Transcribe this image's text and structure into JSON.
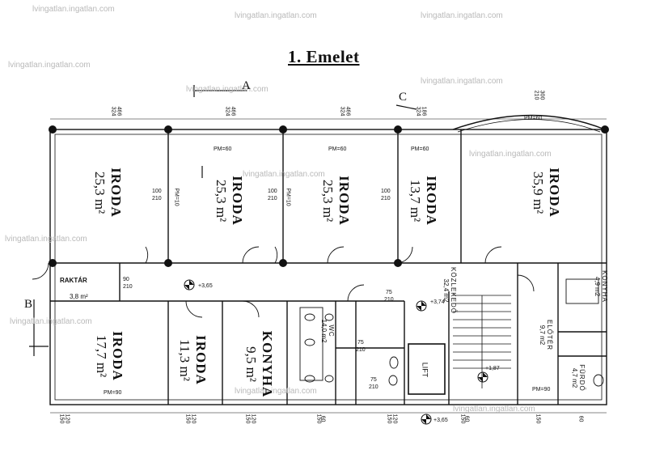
{
  "title": "1. Emelet",
  "watermark": "lvingatlan.ingatlan.com",
  "section_labels": {
    "a": "A",
    "b": "B",
    "c": "C"
  },
  "rooms": [
    {
      "key": "iroda1",
      "name": "IRODA",
      "area": "25,3 m²"
    },
    {
      "key": "iroda2",
      "name": "IRODA",
      "area": "25,3 m²"
    },
    {
      "key": "iroda3",
      "name": "IRODA",
      "area": "25,3 m²"
    },
    {
      "key": "iroda4",
      "name": "IRODA",
      "area": "13,7 m²"
    },
    {
      "key": "iroda5",
      "name": "IRODA",
      "area": "35,9 m²"
    },
    {
      "key": "iroda6",
      "name": "IRODA",
      "area": "17,7 m²"
    },
    {
      "key": "iroda7",
      "name": "IRODA",
      "area": "11,3 m²"
    },
    {
      "key": "konyha",
      "name": "KONYHA",
      "area": "9,5 m²"
    },
    {
      "key": "raktar",
      "name": "RAKTÁR",
      "area": "3,8 m²"
    },
    {
      "key": "kozlekedo",
      "name": "KÖZLEKEDŐ",
      "area": "32,4 m2"
    },
    {
      "key": "konyha2",
      "name": "KONYHA",
      "area": "4,9 m2"
    },
    {
      "key": "eloter",
      "name": "ELŐTÉR",
      "area": "9,7 m2"
    },
    {
      "key": "furdo",
      "name": "FÜRDŐ",
      "area": "4,7 m2"
    },
    {
      "key": "wc",
      "name": "WC",
      "area": "14,0 m2"
    },
    {
      "key": "lift",
      "name": "LIFT",
      "area": ""
    }
  ],
  "labels": {
    "pm60": "PM=60",
    "pm10": "PM=10",
    "pm90": "PM=90",
    "d100": "100",
    "d210": "210",
    "d90": "90",
    "d75": "75",
    "lev365": "+3,65",
    "lev374": "+3,74",
    "lev187": "+1,87"
  },
  "dimensions_top": [
    "466",
    "324",
    "466",
    "324",
    "466",
    "324",
    "186",
    "324",
    "300",
    "210"
  ],
  "dimensions_bottom": [
    "120",
    "150",
    "120",
    "150",
    "120",
    "150",
    "60",
    "150",
    "120",
    "150",
    "60",
    "150",
    "150",
    "60"
  ]
}
